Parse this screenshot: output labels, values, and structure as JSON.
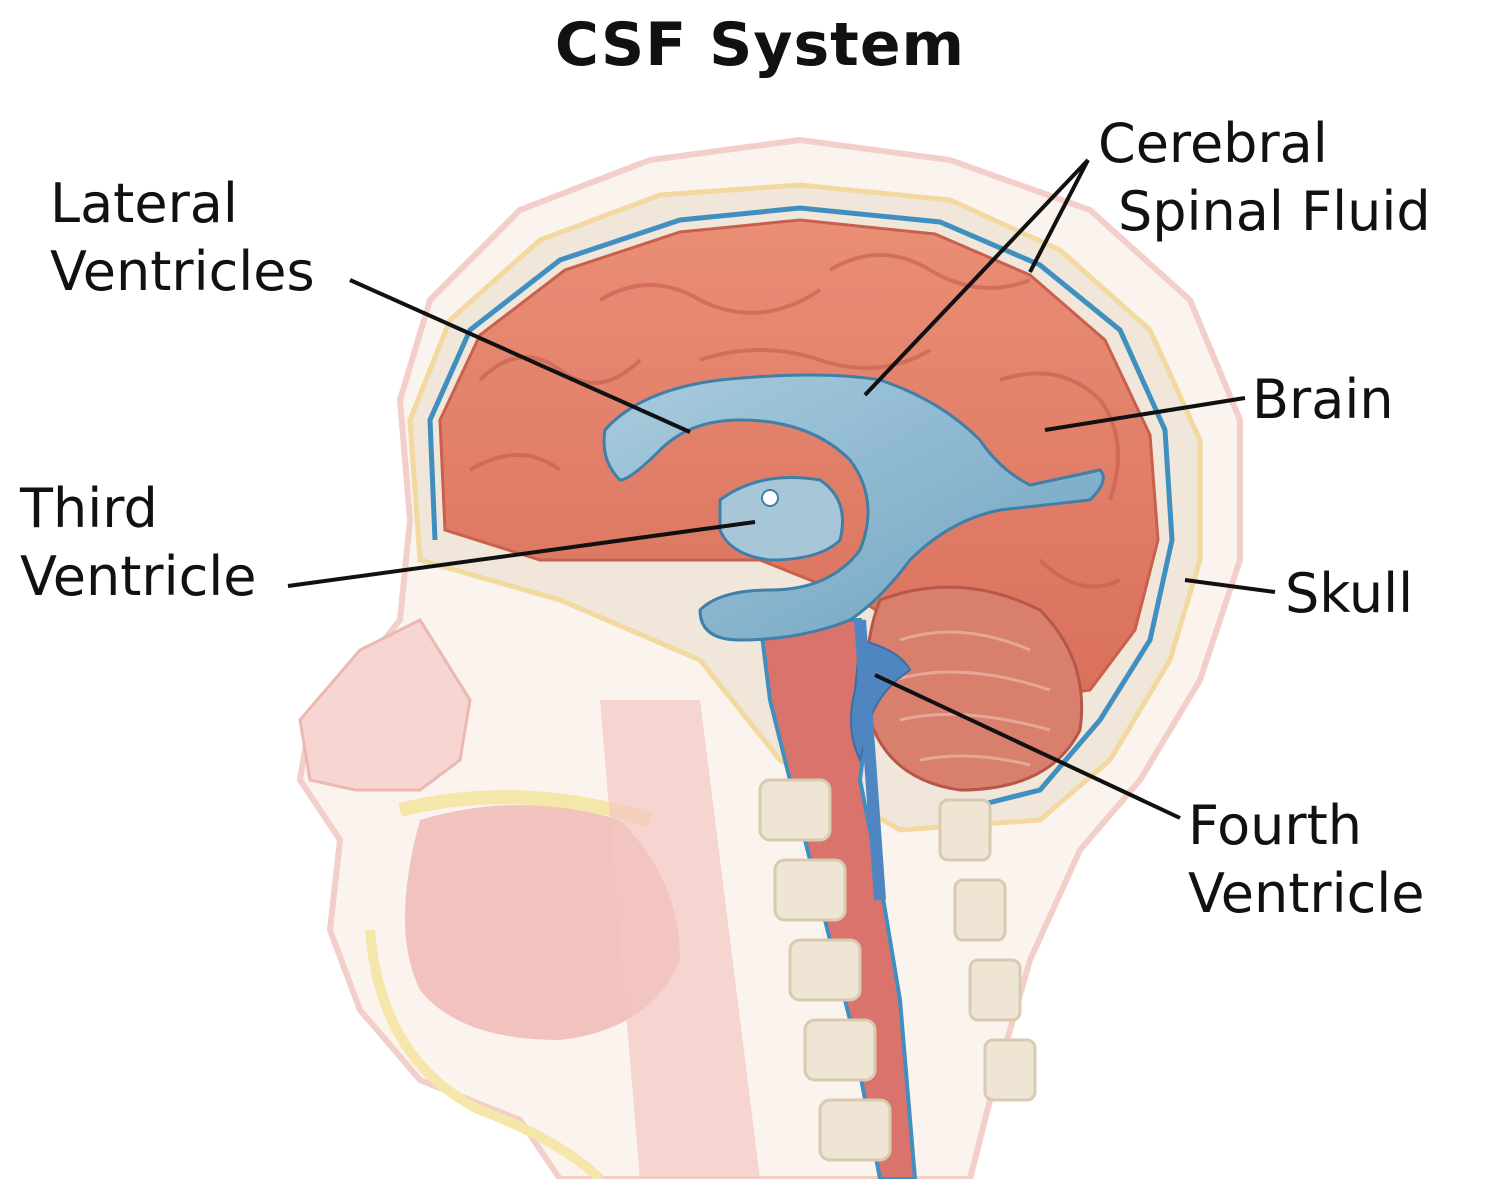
{
  "title": "CSF System",
  "labels": {
    "lateral_ventricles": [
      "Lateral",
      "Ventricles"
    ],
    "cerebral_spinal_fluid": [
      "Cerebral",
      "Spinal Fluid"
    ],
    "brain": "Brain",
    "third_ventricle": [
      "Third",
      "Ventricle"
    ],
    "skull": "Skull",
    "fourth_ventricle": [
      "Fourth",
      "Ventricle"
    ]
  },
  "colors": {
    "brain": "#e98a72",
    "brain_dark": "#c8604c",
    "csf_blue": "#8fb8cf",
    "csf_outline": "#3f8fc0",
    "skull": "#efe3d6",
    "face_faded": "#f3c9c6",
    "spinal_cord": "#d9736c",
    "leader_line": "#111111"
  }
}
